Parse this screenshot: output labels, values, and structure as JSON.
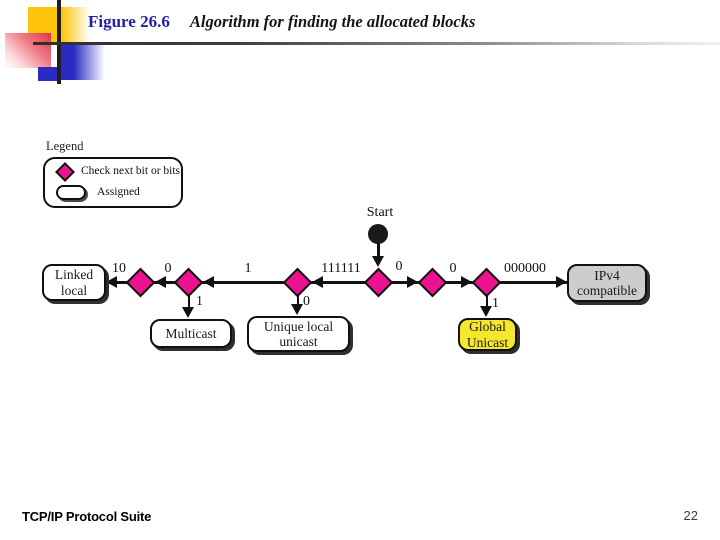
{
  "title": {
    "figure_label": "Figure 26.6",
    "caption": "Algorithm for finding the allocated blocks"
  },
  "legend": {
    "title": "Legend",
    "check_label": "Check next bit or bits",
    "assigned_label": "Assigned"
  },
  "flowchart": {
    "start_label": "Start",
    "nodes": {
      "linked_local": "Linked\nlocal",
      "multicast": "Multicast",
      "unique_local": "Unique local\nunicast",
      "global_unicast": "Global\nUnicast",
      "ipv4_compatible": "IPv4\ncompatible"
    },
    "edge_labels": {
      "linked_local_branch": "10",
      "check1_branch": "0",
      "check2_branch": "1",
      "center_left_branch": "111111",
      "center_right_branch": "0",
      "check4_branch": "0",
      "ipv4_branch": "000000",
      "multicast_branch": "1",
      "unique_local_branch": "0",
      "global_unicast_branch": "1"
    }
  },
  "footer": {
    "left": "TCP/IP Protocol Suite",
    "page_number": "22"
  },
  "colors": {
    "diamond_fill": "#ec1390",
    "figure_label_blue": "#2121aa",
    "global_unicast_fill": "#f7e62e",
    "ipv4_fill": "#cdcdcd"
  }
}
